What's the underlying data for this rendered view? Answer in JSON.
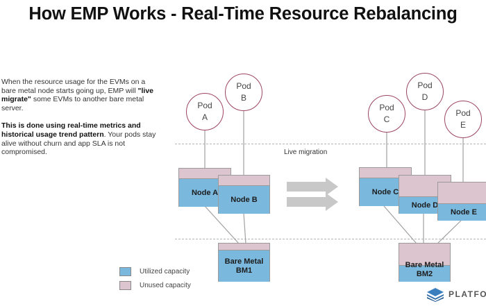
{
  "title": "How EMP Works - Real-Time Resource Rebalancing",
  "description": {
    "p1_pre": "When the resource usage for the EVMs on a bare metal node starts going up, EMP will ",
    "p1_bold": "\"live migrate\"",
    "p1_post": " some EVMs to another bare metal server.",
    "p2_bold": "This is done using real-time metrics and historical usage trend pattern",
    "p2_post": ". Your pods stay alive without churn and app SLA is not compromised."
  },
  "migration_label": "Live migration",
  "pods": {
    "a": {
      "line1": "Pod",
      "line2": "A"
    },
    "b": {
      "line1": "Pod",
      "line2": "B"
    },
    "c": {
      "line1": "Pod",
      "line2": "C"
    },
    "d": {
      "line1": "Pod",
      "line2": "D"
    },
    "e": {
      "line1": "Pod",
      "line2": "E"
    }
  },
  "nodes": {
    "a": "Node A",
    "b": "Node B",
    "c": "Node C",
    "d": "Node D",
    "e": "Node E"
  },
  "bare_metal": {
    "bm1": {
      "line1": "Bare Metal",
      "line2": "BM1"
    },
    "bm2": {
      "line1": "Bare Metal",
      "line2": "BM2"
    }
  },
  "legend": {
    "utilized": "Utilized capacity",
    "unused": "Unused capacity"
  },
  "logo_text": "PLATFO",
  "colors": {
    "utilized": "#7ab8dd",
    "unused": "#dcc5ce",
    "pod_border": "#9d4466",
    "arrow": "#c8c8c8"
  }
}
